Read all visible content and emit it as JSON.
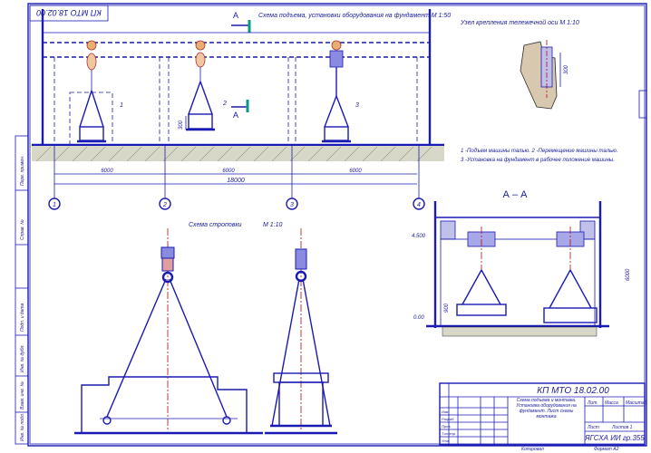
{
  "stamp_top_left": "КП МТО 18.02.00",
  "section_marker": "А",
  "view_titles": {
    "main": "Схема подъема, установки оборудования на фундамент  М 1:50",
    "detail": "Узел крепления тележечной оси  М 1:10",
    "slinging": "Схема строповки",
    "slinging_scale": "М 1:10",
    "section": "А – А"
  },
  "position_numbers": [
    "1",
    "2",
    "3"
  ],
  "notes": [
    "1 -Подъем машины талью. 2 -Перемещение машины талью.",
    "3 -Установка на фундамент в рабочее положение машины."
  ],
  "dimensions": {
    "span_left": "6000",
    "span_middle": "6000",
    "span_right": "6000",
    "total_span": "18000",
    "lift_height": "300",
    "detail_dim": "300",
    "section_level": "4.500",
    "section_height": "6000",
    "floor_level": "0.00",
    "section_base": "900"
  },
  "grid_axes": [
    "1",
    "2",
    "3",
    "4"
  ],
  "title_block": {
    "code": "КП МТО 18.02.00",
    "description": "Схема подъема и монтажа. Установка оборудования на фундамент. Лист схемы монтажа",
    "headers": [
      "Лит.",
      "Масса",
      "Масштаб"
    ],
    "sheet": "Лист",
    "sheets": "Листов 1",
    "org": "ЯГСХА ИИ  гр.355",
    "roles": [
      "Изм.",
      "Лист",
      "Разраб.",
      "Пров.",
      "Т.контр.",
      "Н.контр.",
      "Утв."
    ]
  },
  "footer": {
    "copied": "Копировал",
    "format": "Формат  А2"
  },
  "side_stamps": [
    "Перв. примен.",
    "Справ. №",
    "Подп. и дата",
    "Инв. № дубл.",
    "Взам. инв. №",
    "Подп. и дата",
    "Инв. № подл."
  ]
}
